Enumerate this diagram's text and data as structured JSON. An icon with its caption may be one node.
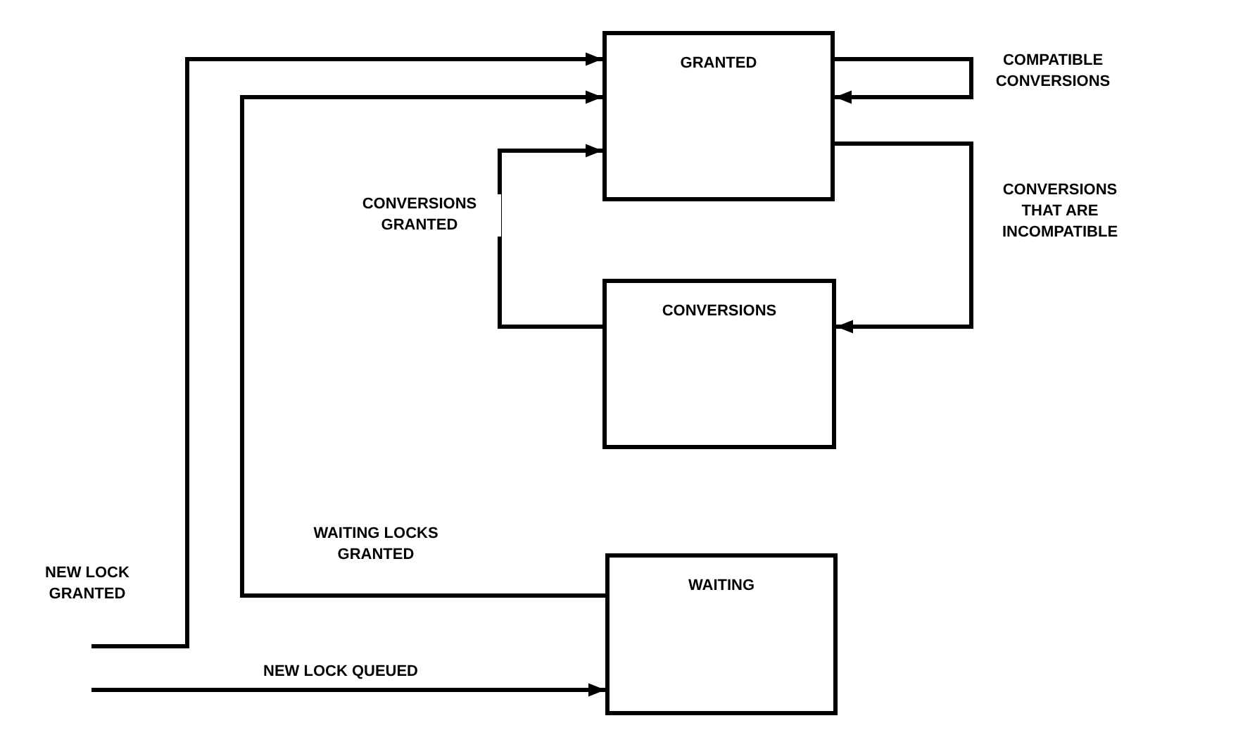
{
  "diagram": {
    "nodes": [
      {
        "text": [
          "GRANTED"
        ]
      },
      {
        "text": [
          "CONVERSIONS"
        ]
      },
      {
        "text": [
          "WAITING"
        ]
      }
    ],
    "edges": [
      {
        "from": null,
        "to": 0,
        "arrow": "to",
        "label": "NEW LOCK GRANTED"
      },
      {
        "from": null,
        "to": 2,
        "arrow": "to",
        "label": "NEW LOCK QUEUED"
      },
      {
        "from": 2,
        "to": 0,
        "arrow": "to",
        "label": "WAITING LOCKS GRANTED"
      },
      {
        "from": 1,
        "to": 0,
        "arrow": "to",
        "label": "CONVERSIONS GRANTED"
      },
      {
        "from": 0,
        "to": 0,
        "arrow": "to",
        "label": "COMPATIBLE CONVERSIONS"
      },
      {
        "from": 0,
        "to": 1,
        "arrow": "to",
        "label": "CONVERSIONS THAT ARE INCOMPATIBLE"
      }
    ]
  }
}
